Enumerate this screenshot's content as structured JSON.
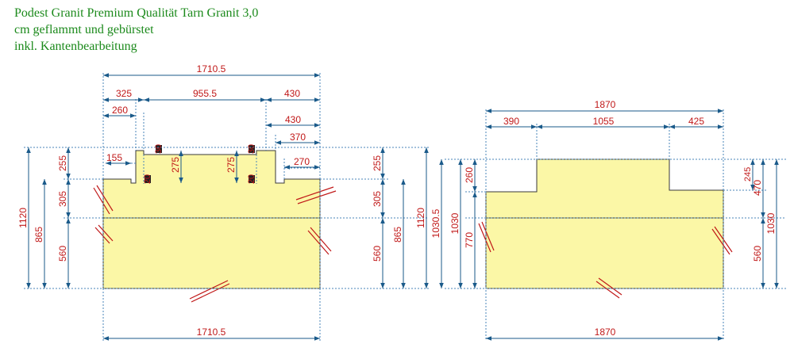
{
  "title": {
    "line1": "Podest Granit Premium Qualität Tarn Granit 3,0",
    "line2": "cm geflammt und gebürstet",
    "line3": "inkl. Kantenbearbeitung"
  },
  "colors": {
    "stone_fill": "#fbf7a6",
    "dimension_text": "#c01818",
    "dimension_line": "#1a5a8a",
    "title_text": "#1c8a1c"
  },
  "left_drawing": {
    "dims": {
      "top_total": "1710.5",
      "top_left": "325",
      "top_middle": "955.5",
      "top_right": "430",
      "right_430_second": "430",
      "notch_260": "260",
      "notch_370": "370",
      "notch_270": "270",
      "notch_155": "155",
      "notch_30_left": "30",
      "notch_30_right": "30",
      "notch_20_left": "20",
      "notch_20_right": "20",
      "height_275_left": "275",
      "height_275_right": "275",
      "left_255": "255",
      "left_305": "305",
      "left_560": "560",
      "left_865": "865",
      "left_1120": "1120",
      "right_255": "255",
      "right_305": "305",
      "right_560": "560",
      "right_865": "865",
      "right_1120": "1120",
      "bottom_total": "1710.5"
    }
  },
  "right_drawing": {
    "dims": {
      "top_total": "1870",
      "top_left": "390",
      "top_middle": "1055",
      "top_right": "425",
      "left_1030_5": "1030.5",
      "left_1030": "1030",
      "left_770": "770",
      "left_260": "260",
      "right_245": "245",
      "right_470": "470",
      "right_560": "560",
      "right_1030": "1030",
      "bottom_total": "1870"
    }
  }
}
